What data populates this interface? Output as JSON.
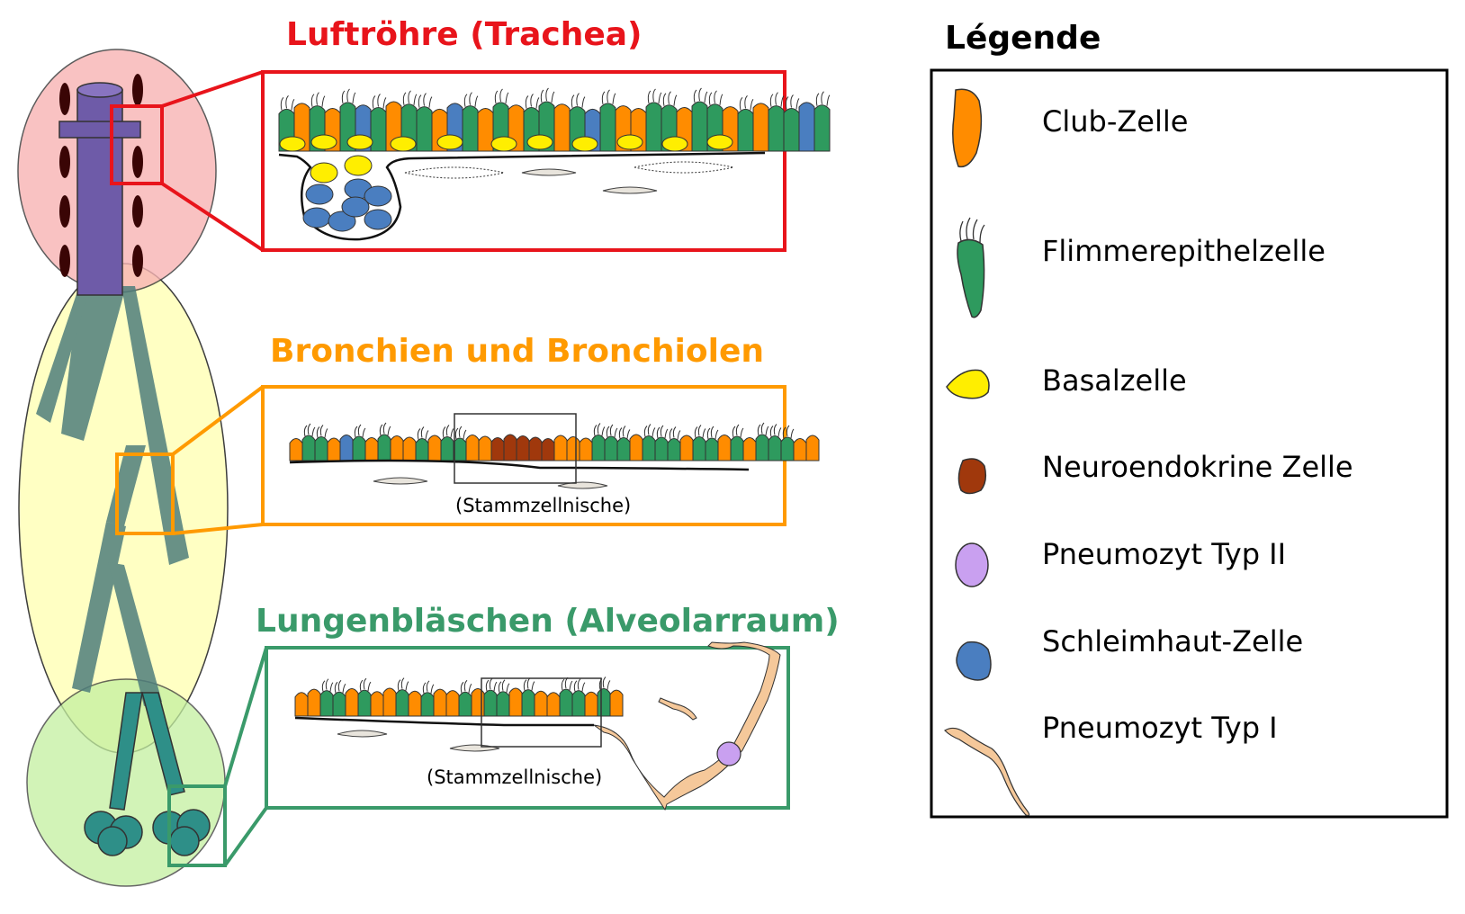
{
  "sections": {
    "trachea": {
      "title": "Luftröhre (Trachea)",
      "color": "#e8141b"
    },
    "bronchi": {
      "title": "Bronchien und Bronchiolen",
      "color": "#ff9a00",
      "niche_label": "(Stammzellnische)"
    },
    "alveoli": {
      "title": "Lungenbläschen (Alveolarraum)",
      "color": "#3a9a6a",
      "niche_label": "(Stammzellnische)"
    }
  },
  "legend": {
    "title": "Légende",
    "items": [
      {
        "label": "Club-Zelle",
        "color": "#ff8c00",
        "icon": "club-cell-icon"
      },
      {
        "label": "Flimmerepithelzelle",
        "color": "#2e9a5e",
        "icon": "ciliated-cell-icon"
      },
      {
        "label": "Basalzelle",
        "color": "#ffee00",
        "icon": "basal-cell-icon"
      },
      {
        "label": "Neuroendokrine Zelle",
        "color": "#a0380c",
        "icon": "neuroendocrine-cell-icon"
      },
      {
        "label": "Pneumozyt Typ II",
        "color": "#c9a0f0",
        "icon": "pneumocyte-type2-icon"
      },
      {
        "label": "Schleimhaut-Zelle",
        "color": "#4a7ec0",
        "icon": "mucous-cell-icon"
      },
      {
        "label": "Pneumozyt Typ I",
        "color": "#f5c89a",
        "icon": "pneumocyte-type1-icon"
      }
    ]
  }
}
